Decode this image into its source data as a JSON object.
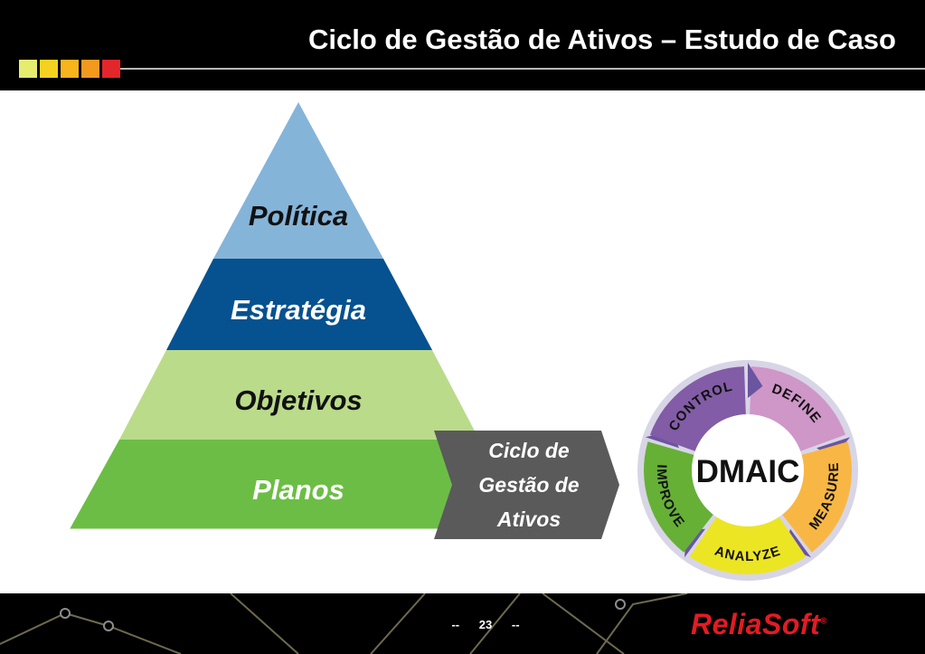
{
  "header": {
    "title": "Ciclo de Gestão de Ativos – Estudo de Caso",
    "squares": [
      "#e6ec6e",
      "#f5d21f",
      "#f7b41c",
      "#f39a1e",
      "#e3262b"
    ]
  },
  "pyramid": {
    "levels": [
      {
        "label": "Política",
        "color": "#85b4d9"
      },
      {
        "label": "Estratégia",
        "color": "#06518f"
      },
      {
        "label": "Objetivos",
        "color": "#badb8a"
      },
      {
        "label": "Planos",
        "color": "#6cbd45"
      }
    ]
  },
  "arrow": {
    "lines": [
      "Ciclo de",
      "Gestão de",
      "Ativos"
    ],
    "color": "#5a5a5a"
  },
  "dmaic": {
    "center": "DMAIC",
    "segments": [
      {
        "label": "DEFINE",
        "color": "#cf96c8"
      },
      {
        "label": "MEASURE",
        "color": "#f8b744"
      },
      {
        "label": "ANALYZE",
        "color": "#ece524"
      },
      {
        "label": "IMPROVE",
        "color": "#66b036"
      },
      {
        "label": "CONTROL",
        "color": "#825ca6"
      }
    ]
  },
  "footer": {
    "page_text": "--      23      --",
    "brand": "ReliaSoft",
    "brand_mark": "®"
  }
}
